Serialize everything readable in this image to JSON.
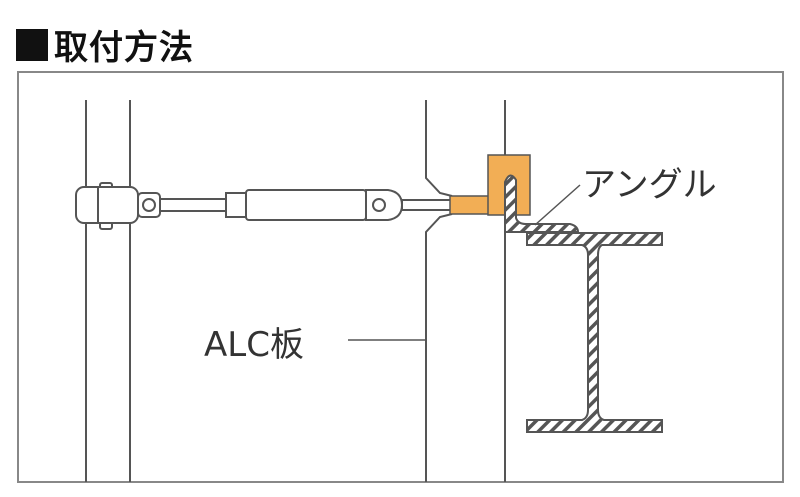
{
  "title": "取付方法",
  "labels": {
    "angle": "アングル",
    "alc_panel": "ALC板"
  },
  "colors": {
    "bracket": "#F2AE55",
    "line": "#555555",
    "frame": "#888888"
  }
}
